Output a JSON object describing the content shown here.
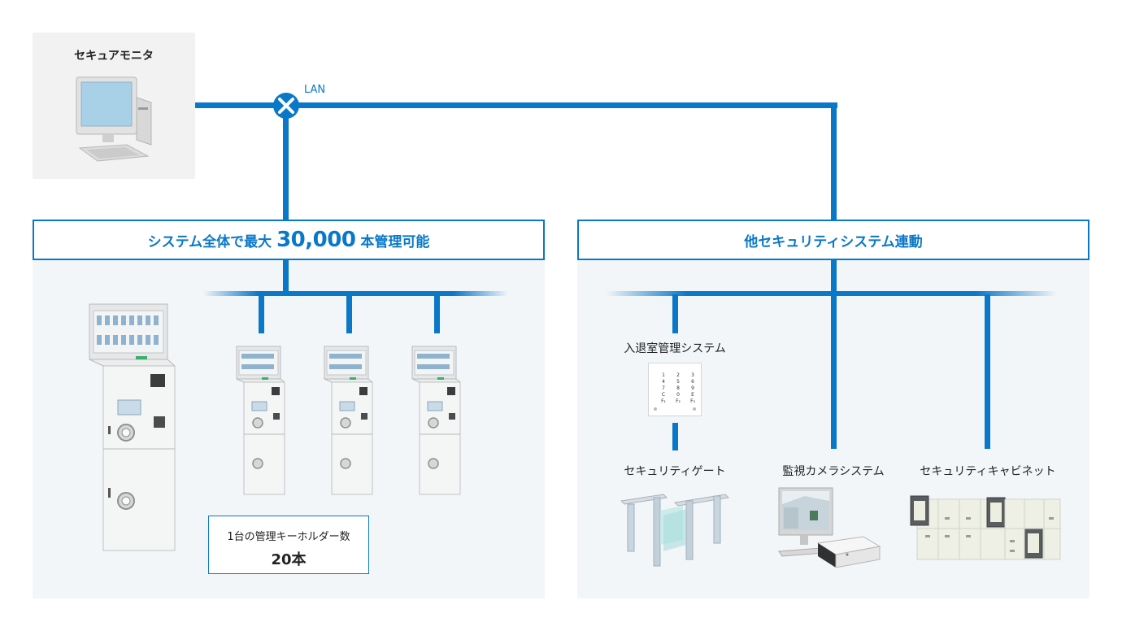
{
  "monitor": {
    "label": "セキュアモニタ"
  },
  "network": {
    "label": "LAN"
  },
  "left_panel": {
    "title_prefix": "システム全体で最大",
    "title_number": "30,000",
    "title_suffix": "本管理可能",
    "holder_label": "1台の管理キーホルダー数",
    "holder_value": "20本"
  },
  "right_panel": {
    "title": "他セキュリティシステム連動",
    "entry_system": "入退室管理システム",
    "gate": "セキュリティゲート",
    "camera": "監視カメラシステム",
    "cabinet": "セキュリティキャビネット",
    "keypad_keys": [
      "1",
      "2",
      "3",
      "4",
      "5",
      "6",
      "7",
      "8",
      "9",
      "C",
      "0",
      "E",
      "F₁",
      "F₂",
      "F₃"
    ]
  },
  "colors": {
    "accent": "#0a78c8",
    "panel_bg": "#f3f6f9",
    "card_bg": "#f2f2f2"
  }
}
